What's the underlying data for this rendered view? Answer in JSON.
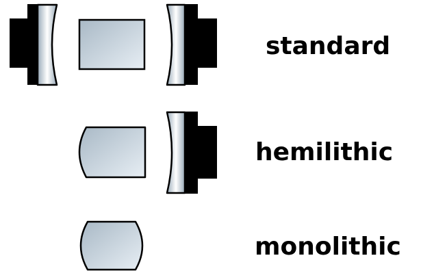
{
  "configurations": [
    {
      "id": "standard",
      "label": "standard",
      "components": [
        "mirror-holder-left",
        "mirror-left",
        "gain-crystal",
        "mirror-right",
        "mirror-holder-right"
      ]
    },
    {
      "id": "hemilithic",
      "label": "hemilithic",
      "components": [
        "coated-crystal",
        "mirror-right",
        "mirror-holder-right"
      ]
    },
    {
      "id": "monolithic",
      "label": "monolithic",
      "components": [
        "coated-crystal"
      ]
    }
  ],
  "colors": {
    "holder": "#000000",
    "glass_edge": "#99aab8",
    "glass_highlight": "#ffffff",
    "crystal_fill_start": "#a9b9c6",
    "crystal_fill_end": "#e7eef4",
    "outline": "#000000"
  }
}
